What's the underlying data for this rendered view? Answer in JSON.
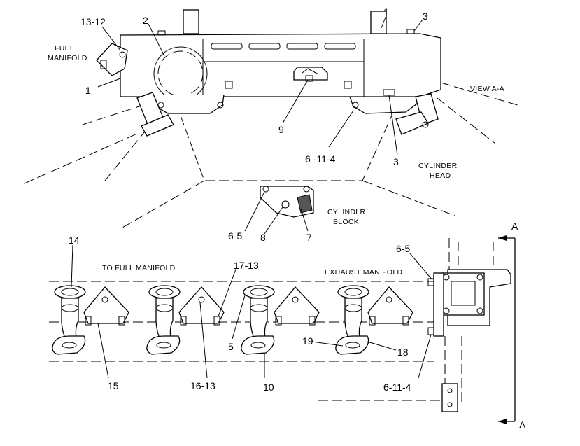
{
  "labels": {
    "view_aa": "VIEW A-A",
    "fuel_manifold_line1": "FUEL",
    "fuel_manifold_line2": "MANIFOLD",
    "cylinder_head_line1": "CYLINDER",
    "cylinder_head_line2": "HEAD",
    "cylinder_block_line1": "CYLINDLR",
    "cylinder_block_line2": "BLOCK",
    "to_fuel_manifold": "TO FULL MANIFOLD",
    "exhaust_manifold": "EXHAUST MANIFOLD",
    "section_a_top": "A",
    "section_a_bottom": "A"
  },
  "callouts": {
    "c13_12": "13-12",
    "c2": "2",
    "c1_top": "1",
    "c3_top": "3",
    "c1_left": "1",
    "c9": "9",
    "c6_11_4_top": "6 -11-4",
    "c3_right": "3",
    "c6_5_mid": "6-5",
    "c8": "8",
    "c7": "7",
    "c14": "14",
    "c17_13": "17-13",
    "c6_5_right": "6-5",
    "c5": "5",
    "c19": "19",
    "c18": "18",
    "c15": "15",
    "c16_13": "16-13",
    "c10": "10",
    "c6_11_4_bottom": "6-11-4"
  }
}
